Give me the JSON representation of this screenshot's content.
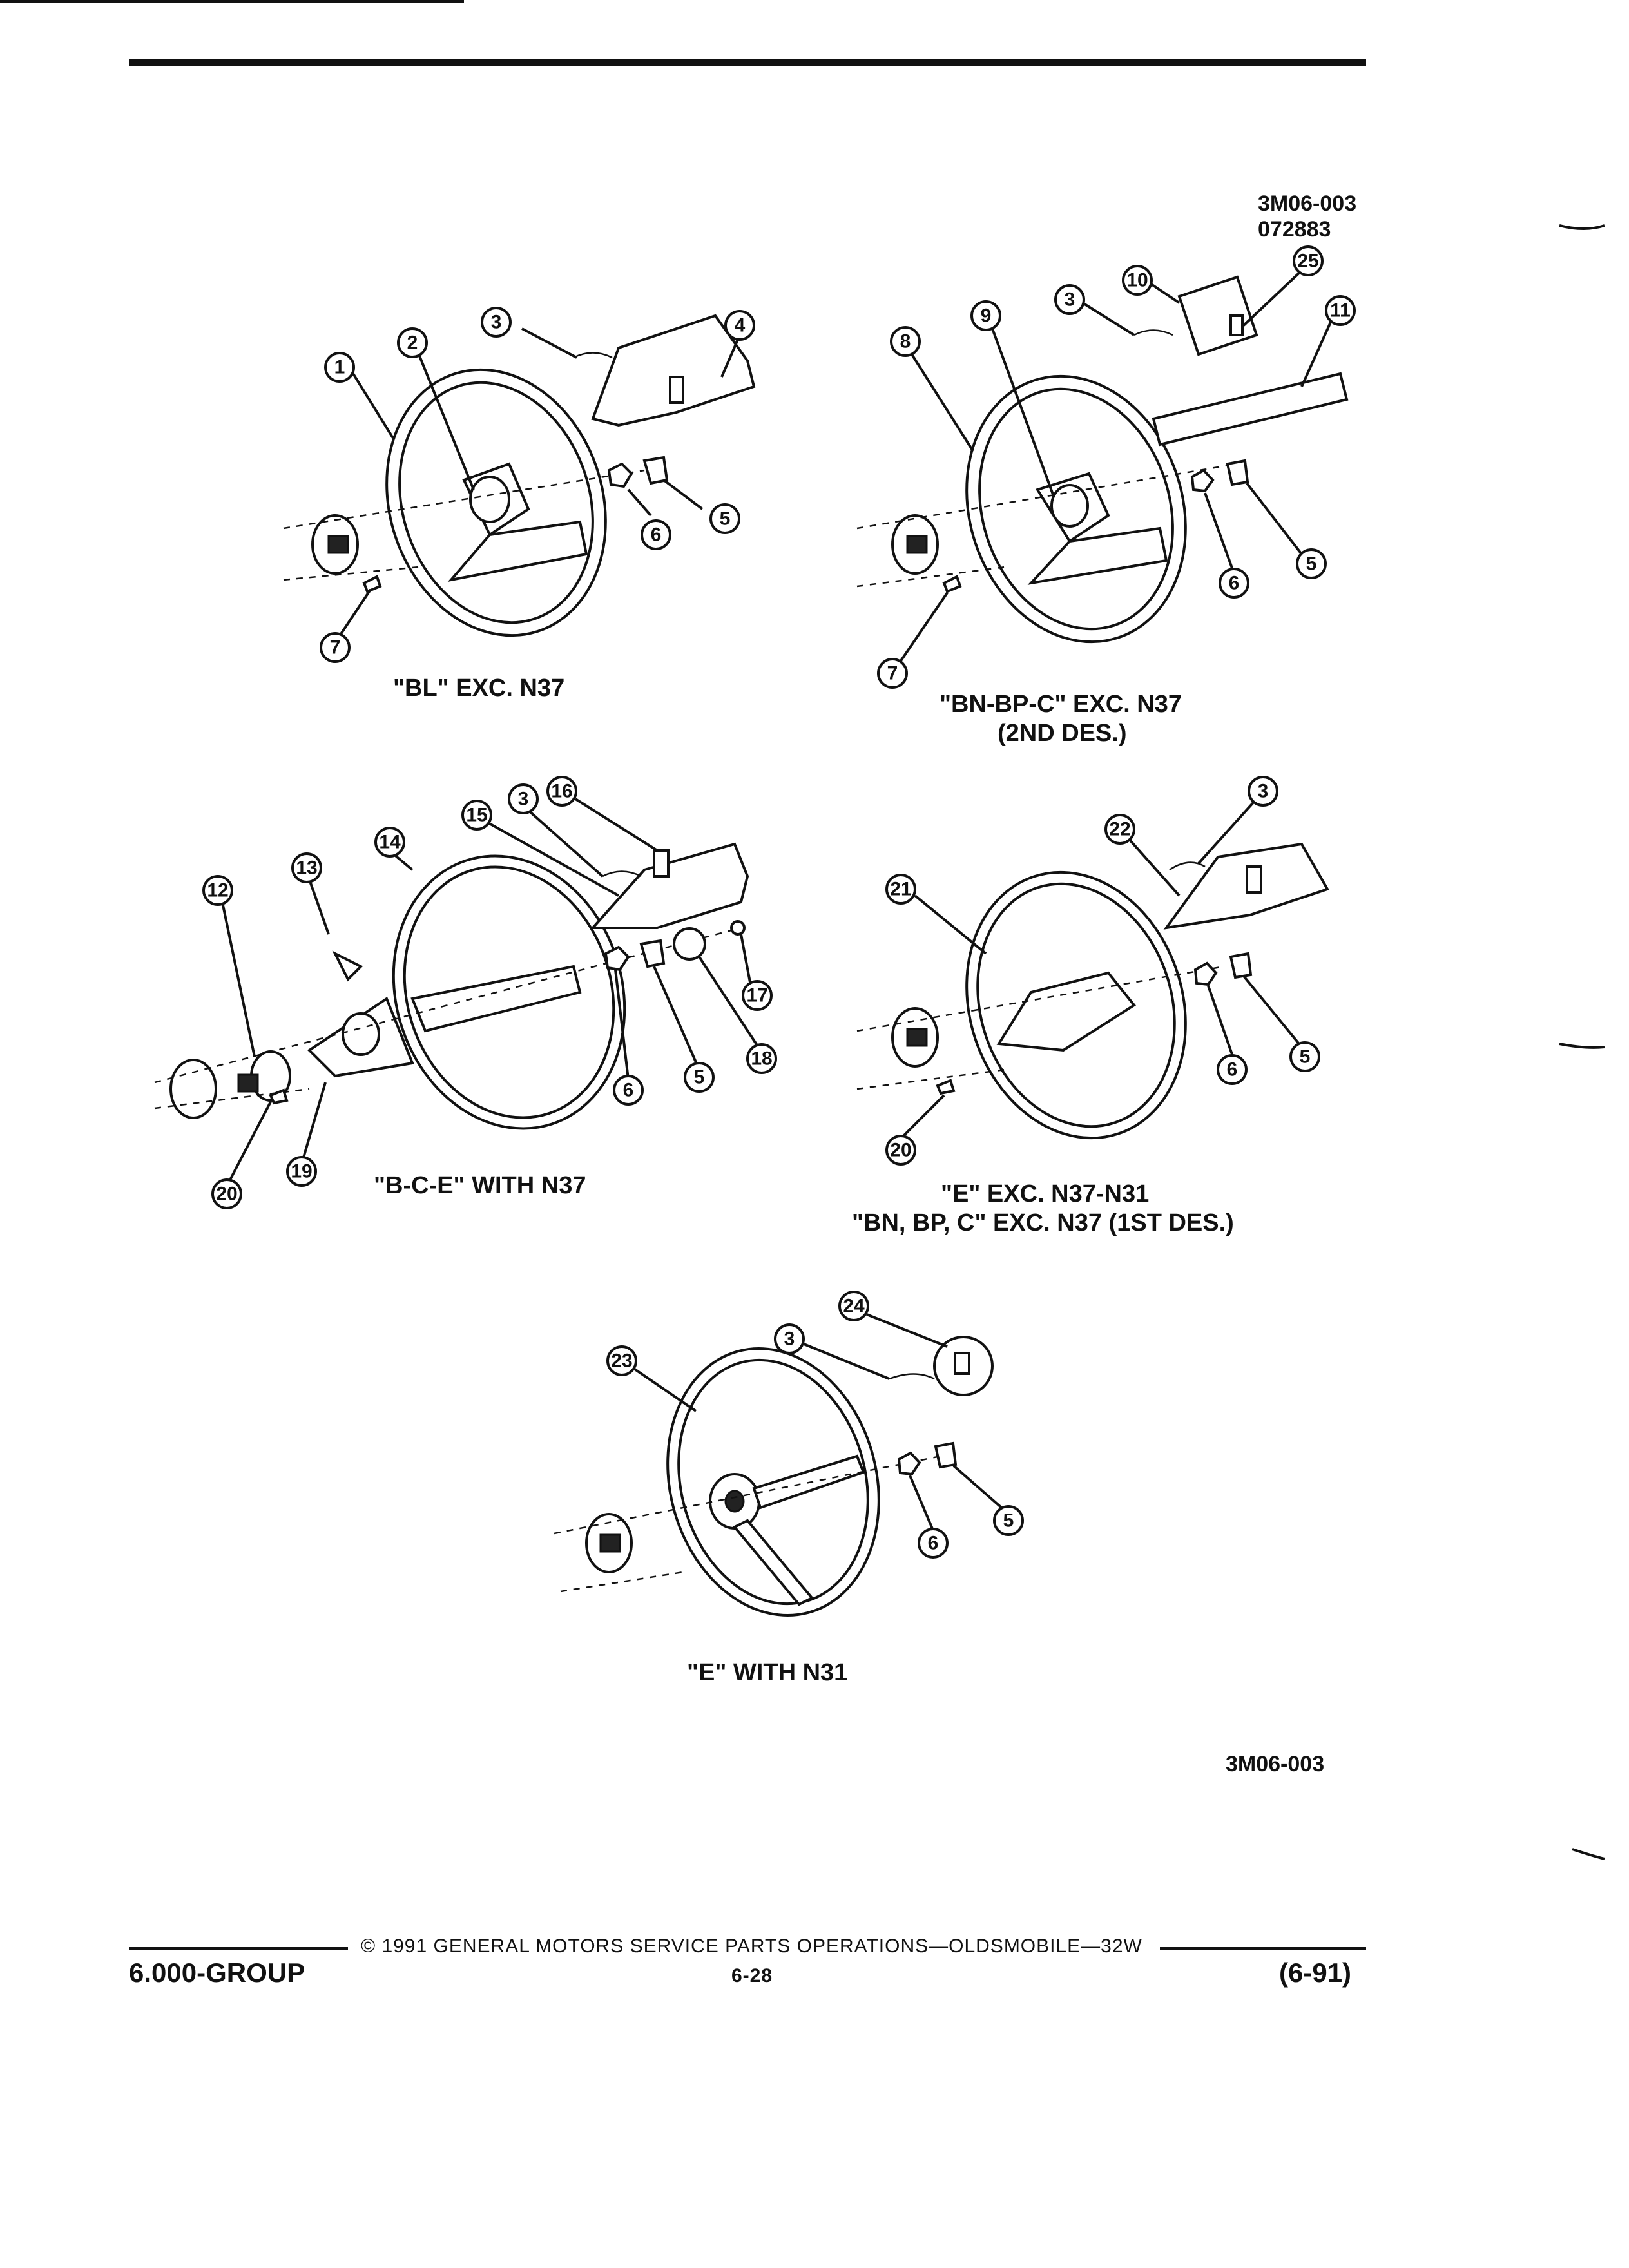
{
  "header": {
    "code_line1": "3M06-003",
    "code_line2": "072883"
  },
  "diagrams": [
    {
      "caption": "\"BL\" EXC. N37",
      "callouts": [
        "1",
        "2",
        "3",
        "4",
        "5",
        "6",
        "7"
      ]
    },
    {
      "caption_line1": "\"BN-BP-C\" EXC. N37",
      "caption_line2": "(2ND DES.)",
      "callouts": [
        "8",
        "9",
        "3",
        "10",
        "25",
        "11",
        "5",
        "6",
        "7"
      ]
    },
    {
      "caption": "\"B-C-E\" WITH N37",
      "callouts": [
        "12",
        "13",
        "14",
        "15",
        "3",
        "16",
        "17",
        "18",
        "5",
        "6",
        "19",
        "20"
      ]
    },
    {
      "caption_line1": "\"E\" EXC. N37-N31",
      "caption_line2": "\"BN, BP, C\" EXC. N37 (1ST DES.)",
      "callouts": [
        "21",
        "22",
        "3",
        "5",
        "6",
        "20"
      ]
    },
    {
      "caption": "\"E\" WITH N31",
      "callouts": [
        "23",
        "3",
        "24",
        "5",
        "6"
      ]
    }
  ],
  "figure_code": "3M06-003",
  "footer": {
    "copyright": "© 1991 GENERAL MOTORS SERVICE PARTS OPERATIONS—OLDSMOBILE—32W",
    "group": "6.000-GROUP",
    "page": "6-28",
    "date": "(6-91)"
  }
}
